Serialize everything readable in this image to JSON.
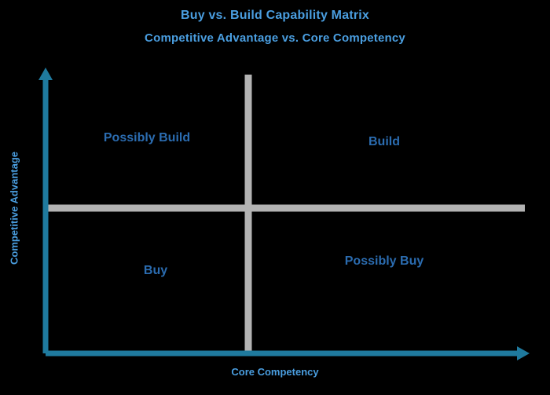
{
  "title": "Buy vs. Build Capability Matrix",
  "subtitle": "Competitive Advantage vs. Core Competency",
  "axes": {
    "x_label": "Core Competency",
    "y_label": "Competitive Advantage",
    "axis_color": "#1f7a9e",
    "divider_color": "#b3b3b3"
  },
  "colors": {
    "background": "#000000",
    "title": "#4a9ee0",
    "quadrant_label": "#2b6cb0"
  },
  "chart_data": {
    "type": "scatter",
    "title": "Buy vs. Build Capability Matrix",
    "subtitle": "Competitive Advantage vs. Core Competency",
    "xlabel": "Core Competency",
    "ylabel": "Competitive Advantage",
    "grid": false,
    "legend": "none",
    "quadrants": [
      {
        "id": "possibly-build",
        "label": "Possibly Build",
        "x_position": "low",
        "y_position": "high"
      },
      {
        "id": "build",
        "label": "Build",
        "x_position": "high",
        "y_position": "high"
      },
      {
        "id": "buy",
        "label": "Buy",
        "x_position": "low",
        "y_position": "low"
      },
      {
        "id": "possibly-buy",
        "label": "Possibly Buy",
        "x_position": "high",
        "y_position": "low"
      }
    ],
    "divider_x": 0.5,
    "divider_y": 0.5,
    "xlim": [
      0,
      1
    ],
    "ylim": [
      0,
      1
    ]
  }
}
